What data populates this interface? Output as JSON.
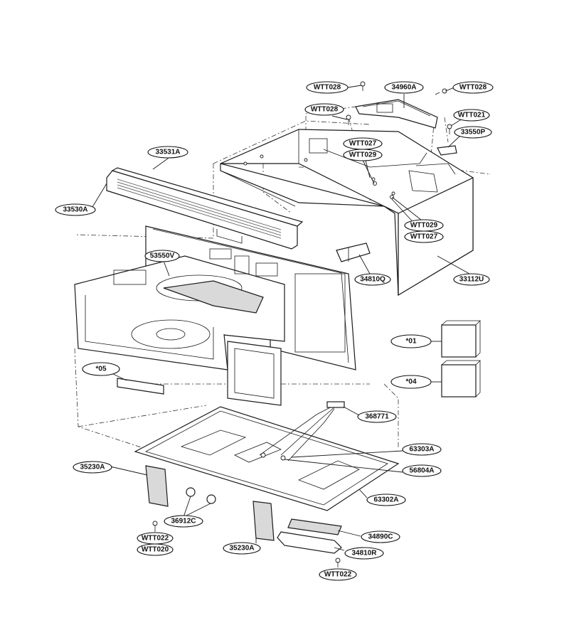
{
  "callouts": [
    {
      "id": "wtt028_a",
      "text": "WTT028"
    },
    {
      "id": "p34960a",
      "text": "34960A"
    },
    {
      "id": "wtt028_b",
      "text": "WTT028"
    },
    {
      "id": "wtt028_c",
      "text": "WTT028"
    },
    {
      "id": "wtt021",
      "text": "WTT021"
    },
    {
      "id": "p33550p",
      "text": "33550P"
    },
    {
      "id": "wtt027_a",
      "text": "WTT027"
    },
    {
      "id": "wtt029_a",
      "text": "WTT029"
    },
    {
      "id": "p33531a",
      "text": "33531A"
    },
    {
      "id": "p33530a",
      "text": "33530A"
    },
    {
      "id": "wtt029_b",
      "text": "WTT029"
    },
    {
      "id": "wtt027_b",
      "text": "WTT027"
    },
    {
      "id": "p53550v",
      "text": "53550V"
    },
    {
      "id": "p34810q",
      "text": "34810Q"
    },
    {
      "id": "p33112u",
      "text": "33112U"
    },
    {
      "id": "s01",
      "text": "*01"
    },
    {
      "id": "s05",
      "text": "*05"
    },
    {
      "id": "s04",
      "text": "*04"
    },
    {
      "id": "p368771",
      "text": "368771"
    },
    {
      "id": "p63303a",
      "text": "63303A"
    },
    {
      "id": "p35230a_l",
      "text": "35230A"
    },
    {
      "id": "p56804a",
      "text": "56804A"
    },
    {
      "id": "p63302a",
      "text": "63302A"
    },
    {
      "id": "p36912c",
      "text": "36912C"
    },
    {
      "id": "p34890c",
      "text": "34890C"
    },
    {
      "id": "wtt022_a",
      "text": "WTT022"
    },
    {
      "id": "wtt020",
      "text": "WTT020"
    },
    {
      "id": "p35230a_r",
      "text": "35230A"
    },
    {
      "id": "p34810r",
      "text": "34810R"
    },
    {
      "id": "wtt022_b",
      "text": "WTT022"
    }
  ]
}
